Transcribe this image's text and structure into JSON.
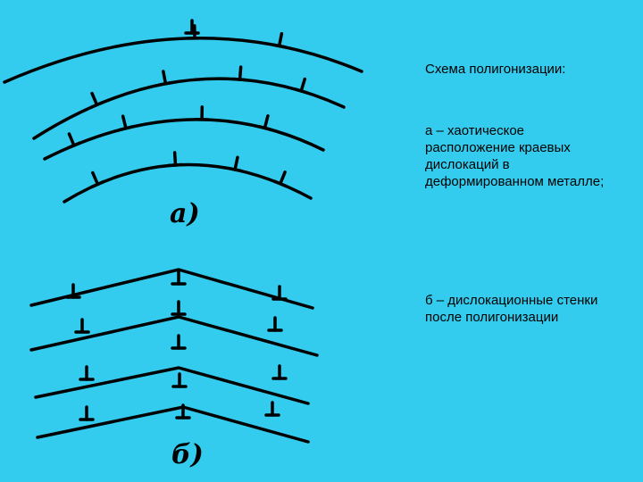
{
  "captions": {
    "title": "Схема полигонизации:",
    "part_a": "а – хаотическое расположение краевых дислокаций в деформированном металле;",
    "part_b": "б – дислокационные стенки после полигонизации"
  },
  "panel_labels": {
    "a": "a)",
    "b": "б)"
  },
  "colors": {
    "background": "#33ccee",
    "ink": "#000000"
  }
}
